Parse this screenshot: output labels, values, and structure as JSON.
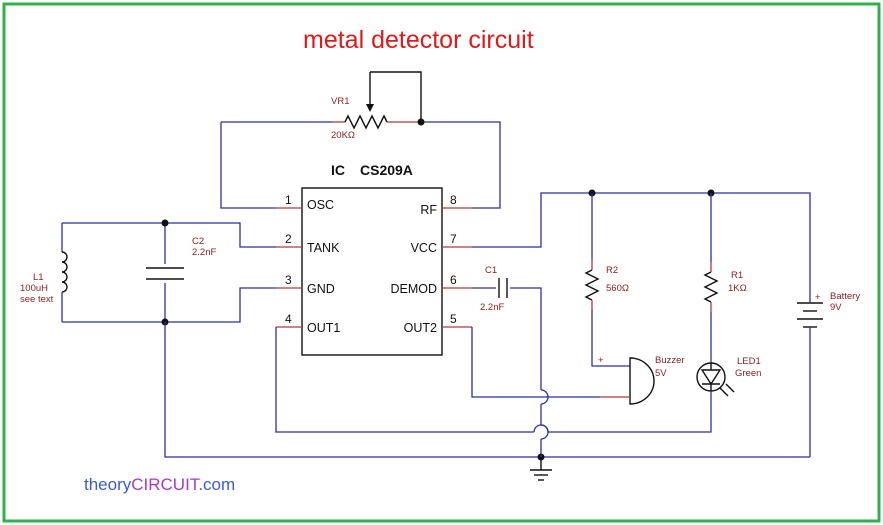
{
  "title": "metal detector circuit",
  "ic": {
    "prefix": "IC",
    "part": "CS209A",
    "pins": [
      {
        "num": "1",
        "name": "OSC"
      },
      {
        "num": "2",
        "name": "TANK"
      },
      {
        "num": "3",
        "name": "GND"
      },
      {
        "num": "4",
        "name": "OUT1"
      },
      {
        "num": "8",
        "name": "RF"
      },
      {
        "num": "7",
        "name": "VCC"
      },
      {
        "num": "6",
        "name": "DEMOD"
      },
      {
        "num": "5",
        "name": "OUT2"
      }
    ]
  },
  "components": {
    "vr1": {
      "ref": "VR1",
      "value": "20KΩ"
    },
    "c2": {
      "ref": "C2",
      "value": "2.2nF"
    },
    "l1": {
      "ref": "L1",
      "value": "100uH",
      "note": "see text"
    },
    "c1": {
      "ref": "C1",
      "value": "2.2nF"
    },
    "r2": {
      "ref": "R2",
      "value": "560Ω"
    },
    "r1": {
      "ref": "R1",
      "value": "1KΩ"
    },
    "buzzer": {
      "ref": "Buzzer",
      "value": "5V",
      "polarity": "+"
    },
    "led1": {
      "ref": "LED1",
      "value": "Green"
    },
    "battery": {
      "ref": "Battery",
      "value": "9V",
      "polarity": "+"
    }
  },
  "watermark": {
    "part1": "theory",
    "part2": "CIRCUIT",
    "part3": ".com"
  },
  "colors": {
    "frame": "#2fb24a",
    "wire": "#2b2fa3",
    "lead": "#b23a3a",
    "title": "#e01a1a",
    "label": "#8a1e1e",
    "wm_part1": "#3a5bd9",
    "wm_part2": "#a23cc9",
    "wm_part3": "#3a5bd9"
  }
}
